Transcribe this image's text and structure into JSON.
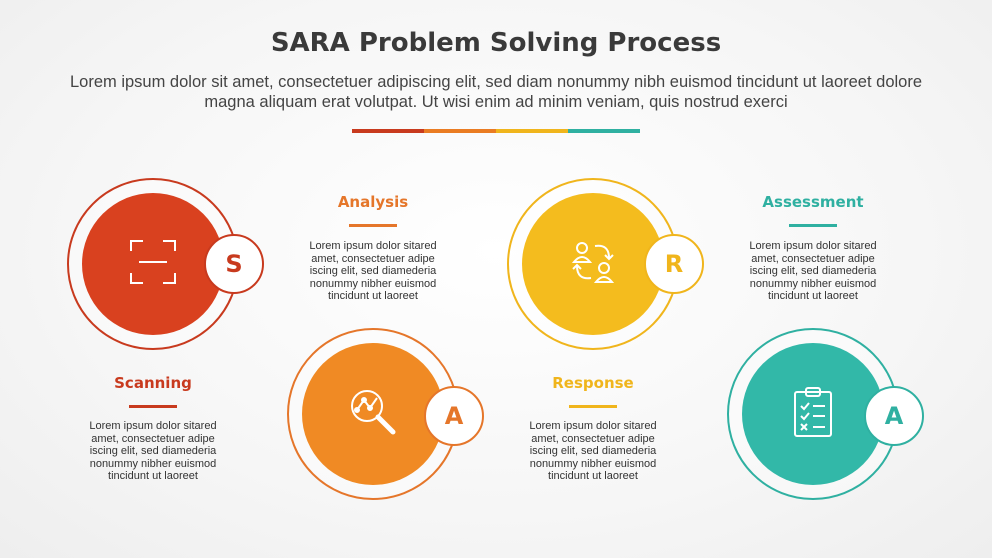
{
  "header": {
    "title": "SARA Problem Solving Process",
    "subtitle": "Lorem ipsum dolor sit amet, consectetuer adipiscing elit, sed diam nonummy nibh euismod tincidunt ut laoreet dolore magna aliquam erat volutpat. Ut wisi enim ad minim veniam, quis nostrud exerci",
    "colorbar": [
      "#c83a1e",
      "#ea7c23",
      "#f0b51c",
      "#2fb0a1"
    ]
  },
  "steps": [
    {
      "letter": "S",
      "label": "Scanning",
      "icon": "scan-icon",
      "color": "#c83a1e",
      "disc": "#d9411f",
      "desc": "Lorem ipsum dolor sitared amet, consectetuer adipe iscing elit, sed diamederia nonummy nibher euismod tincidunt ut laoreet"
    },
    {
      "letter": "A",
      "label": "Analysis",
      "icon": "magnifier-analysis-icon",
      "color": "#e5762a",
      "disc": "#f08a24",
      "desc": "Lorem ipsum dolor sitared amet, consectetuer adipe iscing elit, sed diamederia nonummy nibher euismod tincidunt ut laoreet"
    },
    {
      "letter": "R",
      "label": "Response",
      "icon": "people-exchange-icon",
      "color": "#f0b51c",
      "disc": "#f4bc1e",
      "desc": "Lorem ipsum dolor sitared amet, consectetuer adipe iscing elit, sed diamederia nonummy nibher euismod tincidunt ut laoreet"
    },
    {
      "letter": "A",
      "label": "Assessment",
      "icon": "checklist-clipboard-icon",
      "color": "#2fb0a1",
      "disc": "#32b8a8",
      "desc": "Lorem ipsum dolor sitared amet, consectetuer adipe iscing elit, sed diamederia nonummy nibher euismod tincidunt ut laoreet"
    }
  ]
}
